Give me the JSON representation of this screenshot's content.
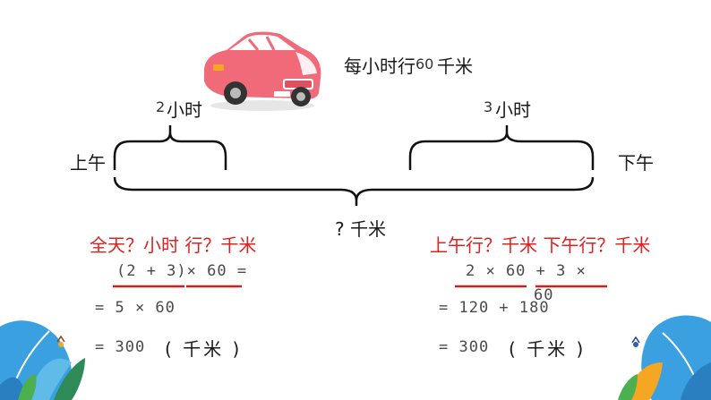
{
  "header": {
    "rate_prefix": "每小时行",
    "rate_number": "60",
    "rate_suffix": "千米"
  },
  "diagram": {
    "morning_hours_number": "2",
    "morning_hours_unit": "小时",
    "afternoon_hours_number": "3",
    "afternoon_hours_unit": "小时",
    "morning_label": "上午",
    "afternoon_label": "下午",
    "total_label": "? 千米"
  },
  "method1": {
    "title": "全天？小时  行？千米",
    "line1": "(2 + 3)× 60 =",
    "line2": "= 5 × 60",
    "line3_value": "= 300",
    "line3_unit": "( 千米 )"
  },
  "method2": {
    "title": "上午行？千米 下午行？千米",
    "line1": "2 × 60 + 3 ×",
    "line1_wrap": "60",
    "line2": "= 120 + 180",
    "line3_value": "= 300",
    "line3_unit": "( 千米 )"
  },
  "colors": {
    "red_text": "#e02020",
    "car_body": "#f06a7a",
    "underline": "#d0201a",
    "leaf_blue": "#3aa0e0",
    "leaf_orange": "#f5a623"
  },
  "icons": [
    "car-icon",
    "leaf-decoration-left",
    "leaf-decoration-right"
  ]
}
